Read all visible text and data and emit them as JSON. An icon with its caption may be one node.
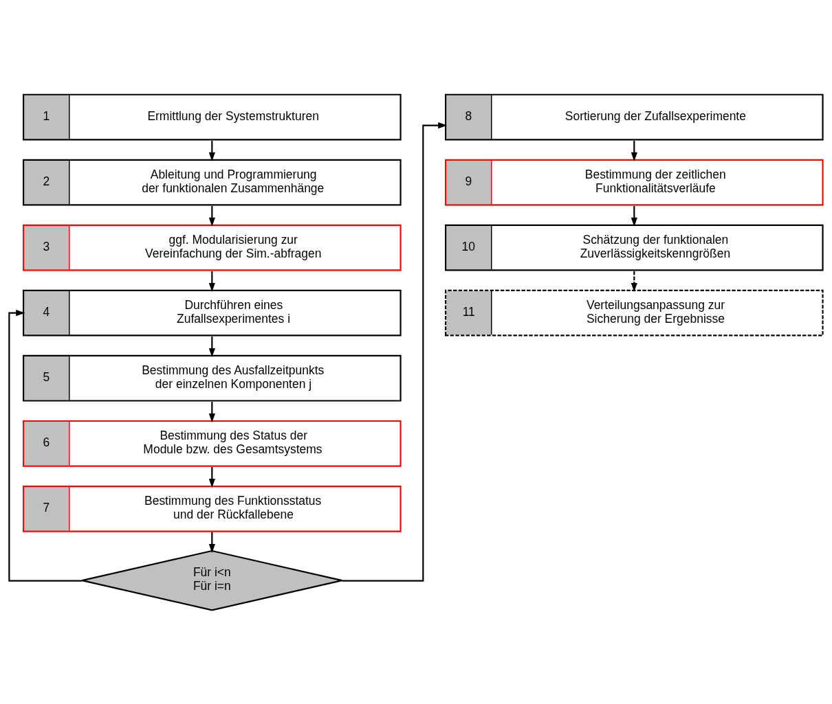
{
  "diagram": {
    "nodes": [
      {
        "text": [
          "1",
          "Ermittlung der Systemstrukturen"
        ]
      },
      {
        "text": [
          "2",
          "Ableitung und Programmierung der funktionalen Zusammenhänge"
        ]
      },
      {
        "text": [
          "3",
          "ggf. Modularisierung zur Vereinfachung der Sim.-abfragen"
        ]
      },
      {
        "text": [
          "4",
          "Durchführen eines Zufallsexperimentes i"
        ]
      },
      {
        "text": [
          "5",
          "Bestimmung des Ausfallzeitpunkts der einzelnen Komponenten j"
        ]
      },
      {
        "text": [
          "6",
          "Bestimmung des Status der Module bzw. des Gesamtsystems"
        ]
      },
      {
        "text": [
          "7",
          "Bestimmung des Funktionsstatus und der Rückfallebene"
        ]
      },
      {
        "text": [
          "Für i<n",
          "Für i=n"
        ]
      },
      {
        "text": [
          "8",
          "Sortierung der Zufallsexperimente"
        ]
      },
      {
        "text": [
          "9",
          "Bestimmung der zeitlichen Funktionalitätsverläufe"
        ]
      },
      {
        "text": [
          "10",
          "Schätzung der funktionalen Zuverlässigkeitskenngrößen"
        ]
      },
      {
        "text": [
          "11",
          "Verteilungsanpassung zur Sicherung der Ergebnisse"
        ]
      }
    ],
    "edges": [
      {
        "from": 0,
        "to": 1,
        "arrow": "to"
      },
      {
        "from": 1,
        "to": 2,
        "arrow": "to"
      },
      {
        "from": 2,
        "to": 3,
        "arrow": "to"
      },
      {
        "from": 3,
        "to": 4,
        "arrow": "to"
      },
      {
        "from": 4,
        "to": 5,
        "arrow": "to"
      },
      {
        "from": 5,
        "to": 6,
        "arrow": "to"
      },
      {
        "from": 6,
        "to": 7,
        "arrow": "to"
      },
      {
        "from": 7,
        "to": 3,
        "arrow": "to"
      },
      {
        "from": 7,
        "to": 8,
        "arrow": "to"
      },
      {
        "from": 8,
        "to": 9,
        "arrow": "to"
      },
      {
        "from": 9,
        "to": 10,
        "arrow": "to"
      },
      {
        "from": 10,
        "to": 11,
        "arrow": "to",
        "style": "dashed"
      }
    ]
  }
}
